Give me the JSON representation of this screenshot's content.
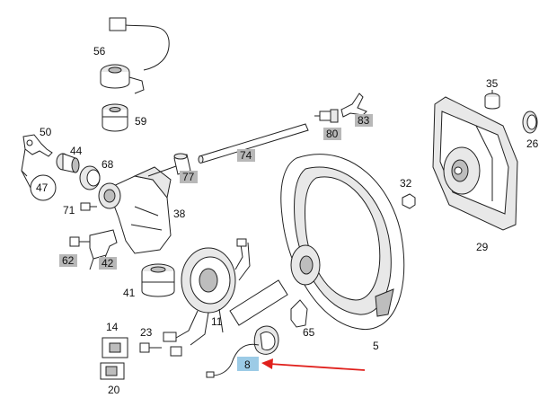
{
  "labels": {
    "p56": "56",
    "p59": "59",
    "p50": "50",
    "p44": "44",
    "p68": "68",
    "p47": "47",
    "p71": "71",
    "p77": "77",
    "p74": "74",
    "p80": "80",
    "p83": "83",
    "p35": "35",
    "p26": "26",
    "p32": "32",
    "p29": "29",
    "p38": "38",
    "p62": "62",
    "p42": "42",
    "p41": "41",
    "p11": "11",
    "p14": "14",
    "p23": "23",
    "p20": "20",
    "p8": "8",
    "p65": "65",
    "p5": "5"
  },
  "highlighted": [
    "77",
    "74",
    "80",
    "83",
    "62",
    "42"
  ],
  "selected": "8",
  "colors": {
    "highlight": "#b8b8b8",
    "selected_highlight": "#9ccbe6",
    "pointer_arrow": "#e0201c"
  }
}
